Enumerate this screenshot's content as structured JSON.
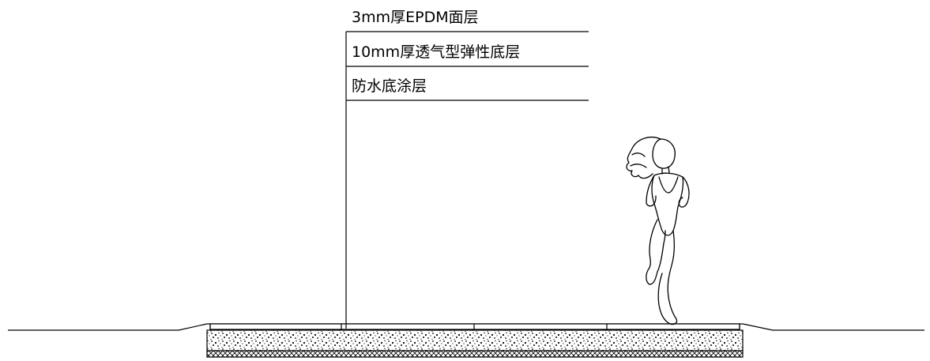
{
  "drawing": {
    "layer_labels": [
      "3mm厚EPDM面层",
      "10mm厚透气型弹性底层",
      "防水底涂层"
    ],
    "line_color": "#000000",
    "background_color": "#ffffff",
    "figure_icon": "running-woman-icon"
  }
}
